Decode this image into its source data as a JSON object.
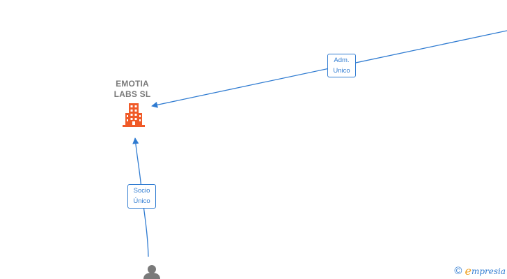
{
  "company": {
    "name_line1": "EMOTIA",
    "name_line2": "LABS  SL"
  },
  "edges": [
    {
      "id": "adm",
      "label_line1": "Adm.",
      "label_line2": "Unico"
    },
    {
      "id": "socio",
      "label_line1": "Socio",
      "label_line2": "Único"
    }
  ],
  "brand": {
    "copyright": "©",
    "e": "e",
    "rest": "mpresia"
  },
  "colors": {
    "edge": "#2f7bd1",
    "company_icon": "#f05a28",
    "person_icon": "#7a7a7a"
  }
}
